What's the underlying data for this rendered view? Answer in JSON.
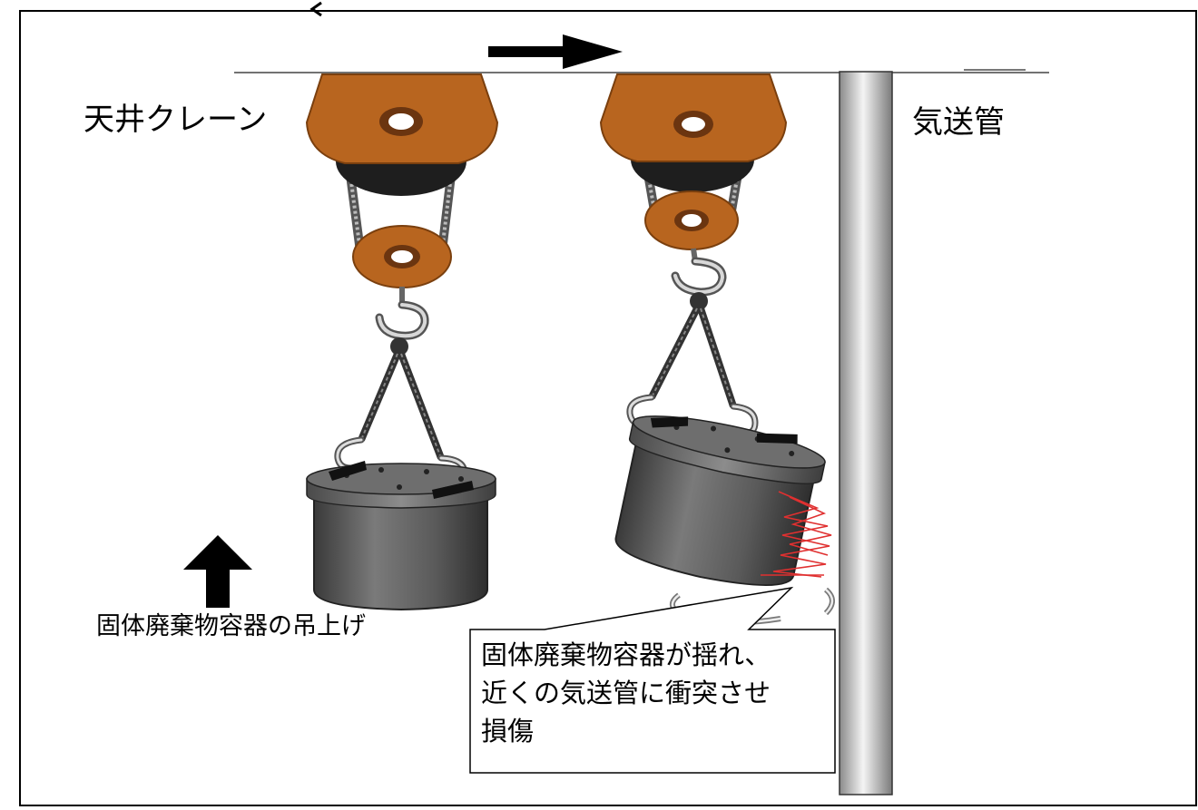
{
  "labels": {
    "crane": "天井クレーン",
    "pipe": "気送管",
    "lift": "固体廃棄物容器の吊上げ"
  },
  "callout": {
    "lines": [
      "固体廃棄物容器が揺れ、",
      "近くの気送管に衝突させ",
      "損傷"
    ]
  },
  "colors": {
    "crane_body": "#b8651f",
    "crane_edge": "#7a3f0e",
    "container": "#5c5c5c",
    "pipe": "#bdbdbd",
    "impact_lines": "#e03030",
    "arrow": "#000000"
  },
  "icons": {
    "motion_right": "arrow-right-icon",
    "lift_up": "arrow-up-icon",
    "swing": "swing-arc-icon"
  }
}
